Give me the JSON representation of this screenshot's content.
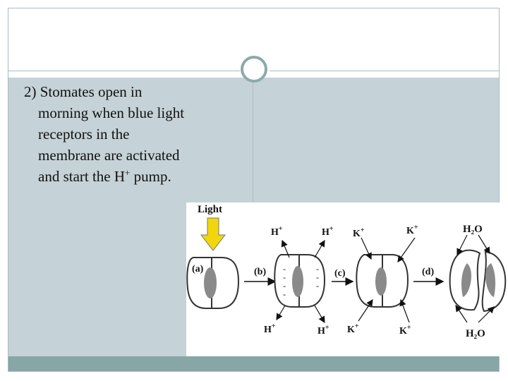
{
  "slide": {
    "text_line1": "2) Stomates open in",
    "text_line2": "morning when blue light",
    "text_line3": "receptors in the",
    "text_line4": "membrane are activated",
    "text_line5_pre": "and start the H",
    "text_line5_sup": "+",
    "text_line5_post": " pump."
  },
  "figure": {
    "light_label": "Light",
    "stage_a": "(a)",
    "stage_b": "(b)",
    "stage_c": "(c)",
    "stage_d": "(d)",
    "h_ion": "H",
    "k_ion": "K",
    "plus": "+",
    "water_top": "H₂O",
    "water_bottom": "H₂O"
  },
  "colors": {
    "accent": "#87a6a6",
    "panel": "#c5d2d7",
    "light_arrow": "#f2d60c",
    "guard_cell_fill": "#8a8a8a"
  }
}
